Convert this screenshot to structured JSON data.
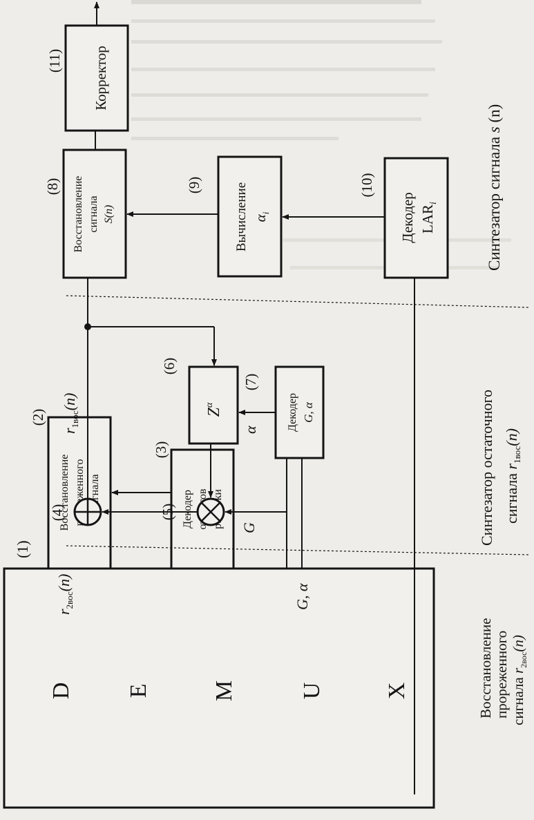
{
  "demux": {
    "letters": [
      "D",
      "E",
      "M",
      "U",
      "X"
    ],
    "num": "(1)"
  },
  "blocks": {
    "b2": {
      "num": "(2)",
      "lines": [
        "Восстановление",
        "прореженного",
        "сигнала"
      ]
    },
    "b3": {
      "num": "(3)",
      "lines": [
        "Декодер",
        "отсчетов",
        "решетки"
      ]
    },
    "b6": {
      "num": "(6)",
      "label": "Z",
      "sup": "α"
    },
    "b7": {
      "num": "(7)",
      "l1": "Декодер",
      "l2": "G, α"
    },
    "b8": {
      "num": "(8)",
      "l1": "Восстановление",
      "l2": "сигнала",
      "l3": "S(n)"
    },
    "b9": {
      "num": "(9)",
      "l1": "Вычисление",
      "l2a": "α",
      "l2b": "i"
    },
    "b10": {
      "num": "(10)",
      "l1": "Декодер",
      "l2a": "LAR",
      "l2b": "i"
    },
    "b11": {
      "num": "(11)",
      "label": "Корректор"
    }
  },
  "nodes": {
    "sum_num": "(4)",
    "mult_num": "(5)"
  },
  "signals": {
    "r2": {
      "a": "r",
      "b": "2вос",
      "c": "(n)"
    },
    "r1": {
      "a": "r",
      "b": "1вос",
      "c": "(n)"
    },
    "G": "G",
    "alpha": "α",
    "Galpha": "G, α"
  },
  "sections": {
    "synth_s": {
      "a": "Синтезатор  сигнала ",
      "b": "s",
      "c": " (n)"
    },
    "synth_r1": {
      "l1": "Синтезатор остаточного",
      "l2a": "сигнала ",
      "l2b": "r",
      "l2c": "1вос",
      "l2d": "(n)"
    },
    "restore_r2": {
      "l1": "Восстановление",
      "l2": "прореженного",
      "l3a": "сигнала ",
      "l3b": "r",
      "l3c": "2вос",
      "l3d": "(n)"
    }
  }
}
